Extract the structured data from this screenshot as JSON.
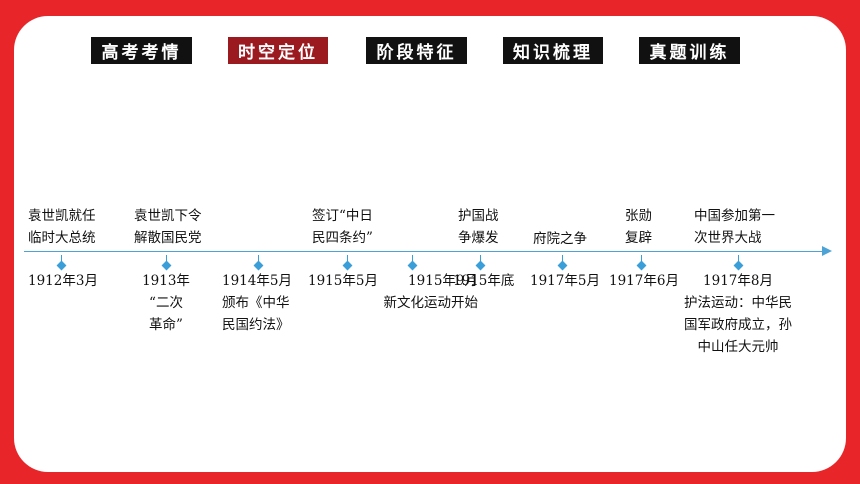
{
  "tabs": [
    {
      "label": "高考考情",
      "active": false
    },
    {
      "label": "时空定位",
      "active": true
    },
    {
      "label": "阶段特征",
      "active": false
    },
    {
      "label": "知识梳理",
      "active": false
    },
    {
      "label": "真题训练",
      "active": false
    }
  ],
  "timeline": {
    "above": [
      "袁世凯就任\n临时大总统",
      "袁世凯下令\n解散国民党",
      "签订“中日\n民四条约”",
      "护国战\n争爆发",
      "府院之争",
      "张勋\n复辟",
      "中国参加第一\n次世界大战"
    ],
    "dates": [
      "1912年3月",
      "1913年\n“二次\n革命”",
      "1914年5月\n颁布《中华\n民国约法》",
      "1915年5月",
      "1915年9月\n新文化运动开始",
      "1915年底",
      "1917年5月",
      "1917年6月",
      "1917年8月\n护法运动：中华民\n国军政府成立，孙\n中山任大元帅"
    ]
  },
  "colors": {
    "frame": "#e8262a",
    "tab_bg": "#111111",
    "tab_active_bg": "#9b1a20",
    "axis": "#4da3d6"
  }
}
